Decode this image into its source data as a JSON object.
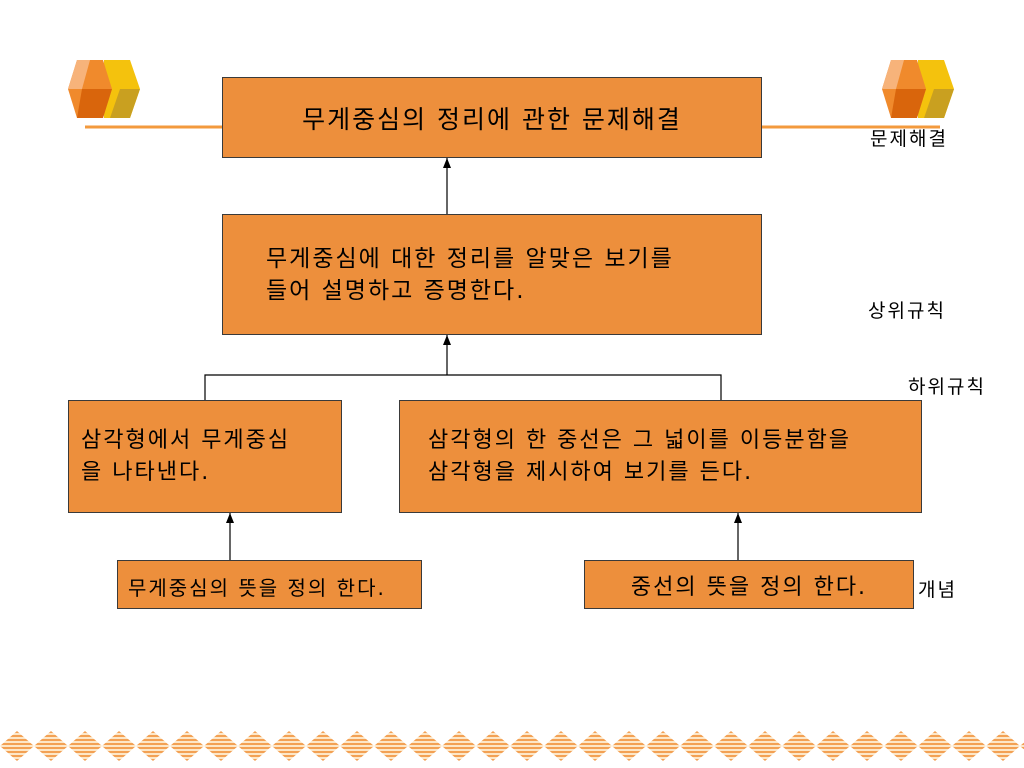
{
  "decorations": {
    "corner_icon": "hexagon-cubes-icon",
    "footer_band": "striped-diamond-band"
  },
  "colors": {
    "box_fill": "#ED8F3C",
    "box_border": "#3A3A3A",
    "accent_line": "#F39A3D",
    "connector": "#000000"
  },
  "nodes": {
    "goal": {
      "lines": [
        "무게중심의 정리에 관한 문제해결"
      ]
    },
    "higher_rule": {
      "lines": [
        "무게중심에 대한 정리를 알맞은 보기를",
        "들어 설명하고 증명한다."
      ]
    },
    "lower_rule_left": {
      "lines": [
        "삼각형에서 무게중심",
        "을 나타낸다."
      ]
    },
    "lower_rule_right": {
      "lines": [
        "삼각형의 한 중선은 그 넓이를 이등분함을",
        "삼각형을 제시하여 보기를 든다."
      ]
    },
    "concept_left": {
      "lines": [
        "무게중심의 뜻을 정의 한다."
      ]
    },
    "concept_right": {
      "lines": [
        "중선의 뜻을 정의 한다."
      ]
    }
  },
  "levels": {
    "problem_solving": "문제해결",
    "higher_rule": "상위규칙",
    "lower_rule": "하위규칙",
    "concept": "개념"
  }
}
